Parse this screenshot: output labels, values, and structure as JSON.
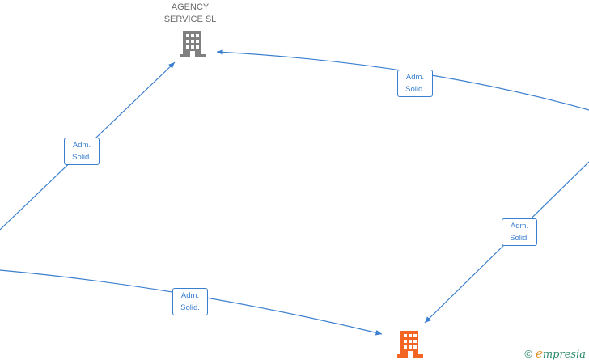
{
  "nodes": {
    "agency": {
      "label": "AGENCY\nSERVICE  SL",
      "icon": "building-icon",
      "color": "#808080"
    },
    "target": {
      "icon": "building-icon",
      "color": "#f26522"
    }
  },
  "edges": [
    {
      "label_line1": "Adm.",
      "label_line2": "Solid."
    },
    {
      "label_line1": "Adm.",
      "label_line2": "Solid."
    },
    {
      "label_line1": "Adm.",
      "label_line2": "Solid."
    },
    {
      "label_line1": "Adm.",
      "label_line2": "Solid."
    }
  ],
  "colors": {
    "edge": "#3a7fcf"
  },
  "brand": {
    "copyright": "©",
    "initial": "e",
    "rest": "mpresia"
  }
}
